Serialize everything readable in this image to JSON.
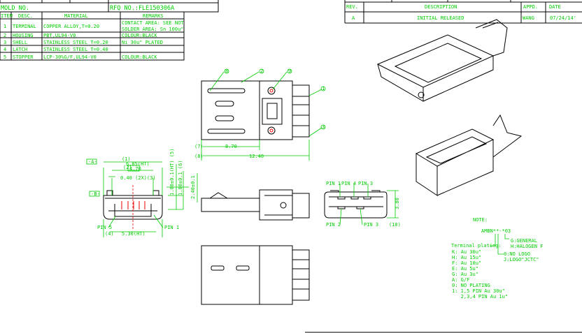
{
  "title_block": {
    "mold_no_label": "MOLD  NO.",
    "rfq_label": "RFQ  NO.:FLE150306A"
  },
  "bom": {
    "headers": [
      "ITEM",
      "DESC.",
      "MATERIAL",
      "REMARKS"
    ],
    "rows": [
      {
        "item": "1",
        "desc": "TERMINAL",
        "material": "COPPER ALLOY,T=0.20",
        "remarks": "CONTACT AREA: SEE NOT",
        "remarks2": "SOLDER AREA: Sn 100u\""
      },
      {
        "item": "2",
        "desc": "HOUSING",
        "material": "PBT,UL94-V0",
        "remarks": "COLOUR:BLACK",
        "remarks2": ""
      },
      {
        "item": "3",
        "desc": "SHELL",
        "material": "STAINLESS STEEL  T=0.20",
        "remarks": "Ni 30u\" PLATED",
        "remarks2": ""
      },
      {
        "item": "4",
        "desc": "LATCH",
        "material": "STAINLESS STEEL  T=0.40",
        "remarks": "",
        "remarks2": ""
      },
      {
        "item": "5",
        "desc": "STOPPER",
        "material": "LCP-30%G/F,UL94-V0",
        "remarks": "COLOUR:BLACK",
        "remarks2": ""
      }
    ]
  },
  "revision": {
    "headers": [
      "REV.",
      "DESCRIPTION",
      "APPD.",
      "DATE"
    ],
    "row": {
      "rev": "A",
      "description": "INITIAL RELEASED",
      "appd": "WANG",
      "date": "07/24/14'"
    }
  },
  "front_view": {
    "datum_a": "-A-",
    "datum_b": "-B-",
    "dim_1": "(1)",
    "dim_1_val": "6.85(HT)",
    "dim_2": "(2)",
    "dim_2_val": "4.70",
    "dim_3": "0.40 (2X)(3)",
    "dim_4": "(4)",
    "dim_4_val": "5.30(HT)",
    "dim_5": "1.00±0.1(HT) (5)",
    "dim_6": "1.80±0.1 (6)",
    "dim_v3": "2.40±0.1",
    "pin5": "PIN 5",
    "pin1": "PIN 1"
  },
  "top_view": {
    "balloons": [
      "8",
      "2",
      "9",
      "1",
      "3"
    ],
    "dim_7": "(7)",
    "dim_7_val": "8.70",
    "dim_8": "(8)",
    "dim_8_val": "12.40"
  },
  "end_view": {
    "pin_top": [
      "PIN 1",
      "PIN 4",
      "PIN 3"
    ],
    "pin_bottom": [
      "PIN 2",
      "PIN 3"
    ],
    "dim_h": "3.80",
    "dim_10": "(10)"
  },
  "note": {
    "title": "NOTE:",
    "part": "AMBN**-*03",
    "g_option": "G:GENERAL",
    "h_option": "H:HALOGEN F",
    "logo0": "0:NO LOGO",
    "logo1": "J:LOGO\"JCTC\"",
    "plating_title": "Terminal plating:",
    "plating": [
      "K: Au 30u\"",
      "H: Au 15u\"",
      "F: Au 10u\"",
      "E: Au 5u\"",
      "G: Au 3u\"",
      "A: G/F",
      "0: NO PLATING",
      "1: 1,5 PIN Au 30u\"",
      "   2,3,4 PIN Au 1u\""
    ]
  }
}
